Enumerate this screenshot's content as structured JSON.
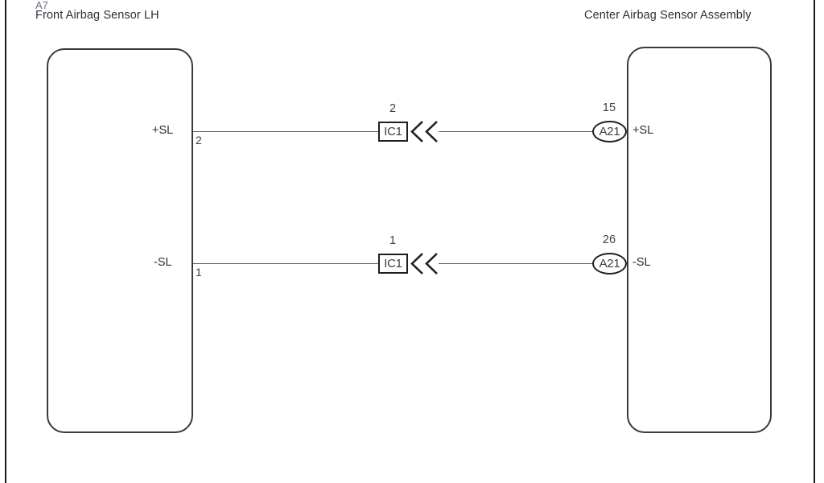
{
  "diagram": {
    "title_partial_top": "A7",
    "left_component": {
      "caption": "Front Airbag Sensor LH",
      "terminals": [
        {
          "signal": "+SL",
          "pin": "2"
        },
        {
          "signal": "-SL",
          "pin": "1"
        }
      ]
    },
    "right_component": {
      "caption": "Center Airbag Sensor Assembly",
      "terminals": [
        {
          "signal": "+SL",
          "pin": "15",
          "connector": "A21"
        },
        {
          "signal": "-SL",
          "pin": "26",
          "connector": "A21"
        }
      ]
    },
    "inline_connectors": [
      {
        "label": "IC1",
        "number": "2"
      },
      {
        "label": "IC1",
        "number": "1"
      }
    ],
    "icons": {
      "arrow": "double-chevron-left-icon"
    },
    "colors": {
      "frame": "#1b1b1b",
      "box_border": "#3a3a3a",
      "wire": "#5d6066",
      "text": "#2b2f38"
    }
  }
}
